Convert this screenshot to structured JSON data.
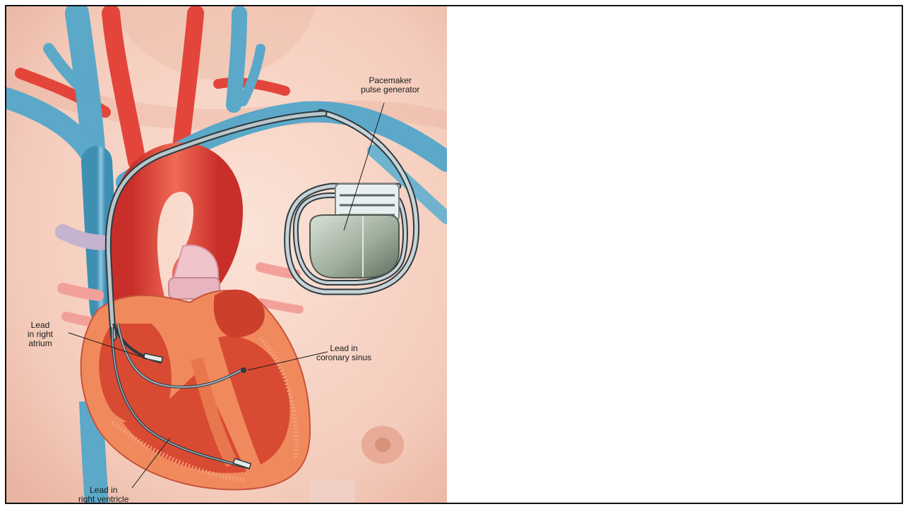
{
  "labels": {
    "pacemaker": {
      "line1": "Pacemaker",
      "line2": "pulse generator"
    },
    "right_atrium": {
      "line1": "Lead",
      "line2": "in right",
      "line3": "atrium"
    },
    "coronary_sinus": {
      "line1": "Lead in",
      "line2": "coronary sinus"
    },
    "right_ventricle": {
      "line1": "Lead in",
      "line2": "right ventricle"
    }
  },
  "colors": {
    "skin": "#f6d2c3",
    "vein": "#5ba8c9",
    "artery": "#e3453b",
    "heart_muscle": "#f08a5d",
    "heart_chamber": "#d94a32",
    "pacemaker_can": "#aab5a8",
    "lead": "#2e3a40"
  }
}
